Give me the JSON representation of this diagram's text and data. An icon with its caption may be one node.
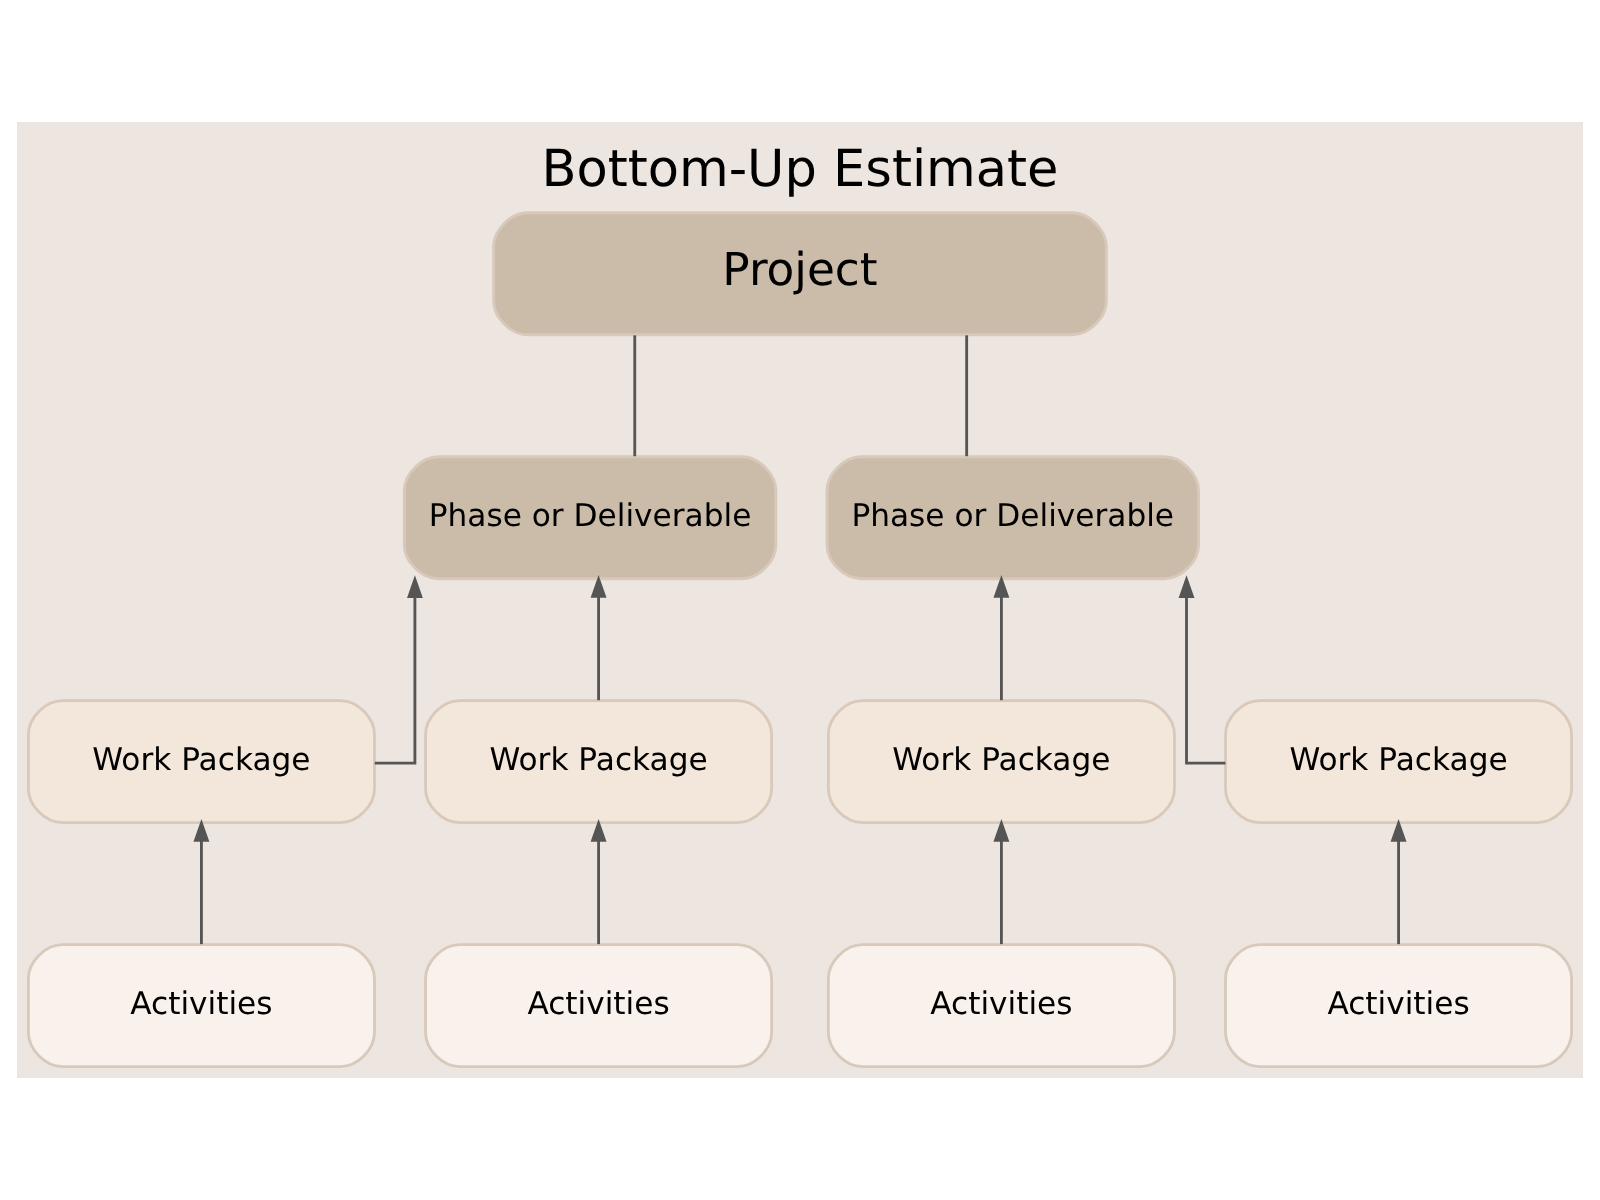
{
  "diagram": {
    "title": "Bottom-Up Estimate",
    "nodes": [
      {
        "text": [
          "Project"
        ]
      },
      {
        "text": [
          "Phase or Deliverable"
        ]
      },
      {
        "text": [
          "Phase or Deliverable"
        ]
      },
      {
        "text": [
          "Work Package"
        ]
      },
      {
        "text": [
          "Work Package"
        ]
      },
      {
        "text": [
          "Work Package"
        ]
      },
      {
        "text": [
          "Work Package"
        ]
      },
      {
        "text": [
          "Activities"
        ]
      },
      {
        "text": [
          "Activities"
        ]
      },
      {
        "text": [
          "Activities"
        ]
      },
      {
        "text": [
          "Activities"
        ]
      }
    ],
    "edges": [
      {
        "from": 1,
        "to": 0,
        "arrow": "none"
      },
      {
        "from": 2,
        "to": 0,
        "arrow": "none"
      },
      {
        "from": 3,
        "to": 1,
        "arrow": "to"
      },
      {
        "from": 4,
        "to": 1,
        "arrow": "to"
      },
      {
        "from": 5,
        "to": 2,
        "arrow": "to"
      },
      {
        "from": 6,
        "to": 2,
        "arrow": "to"
      },
      {
        "from": 7,
        "to": 3,
        "arrow": "to"
      },
      {
        "from": 8,
        "to": 4,
        "arrow": "to"
      },
      {
        "from": 9,
        "to": 5,
        "arrow": "to"
      },
      {
        "from": 10,
        "to": 6,
        "arrow": "to"
      }
    ]
  }
}
